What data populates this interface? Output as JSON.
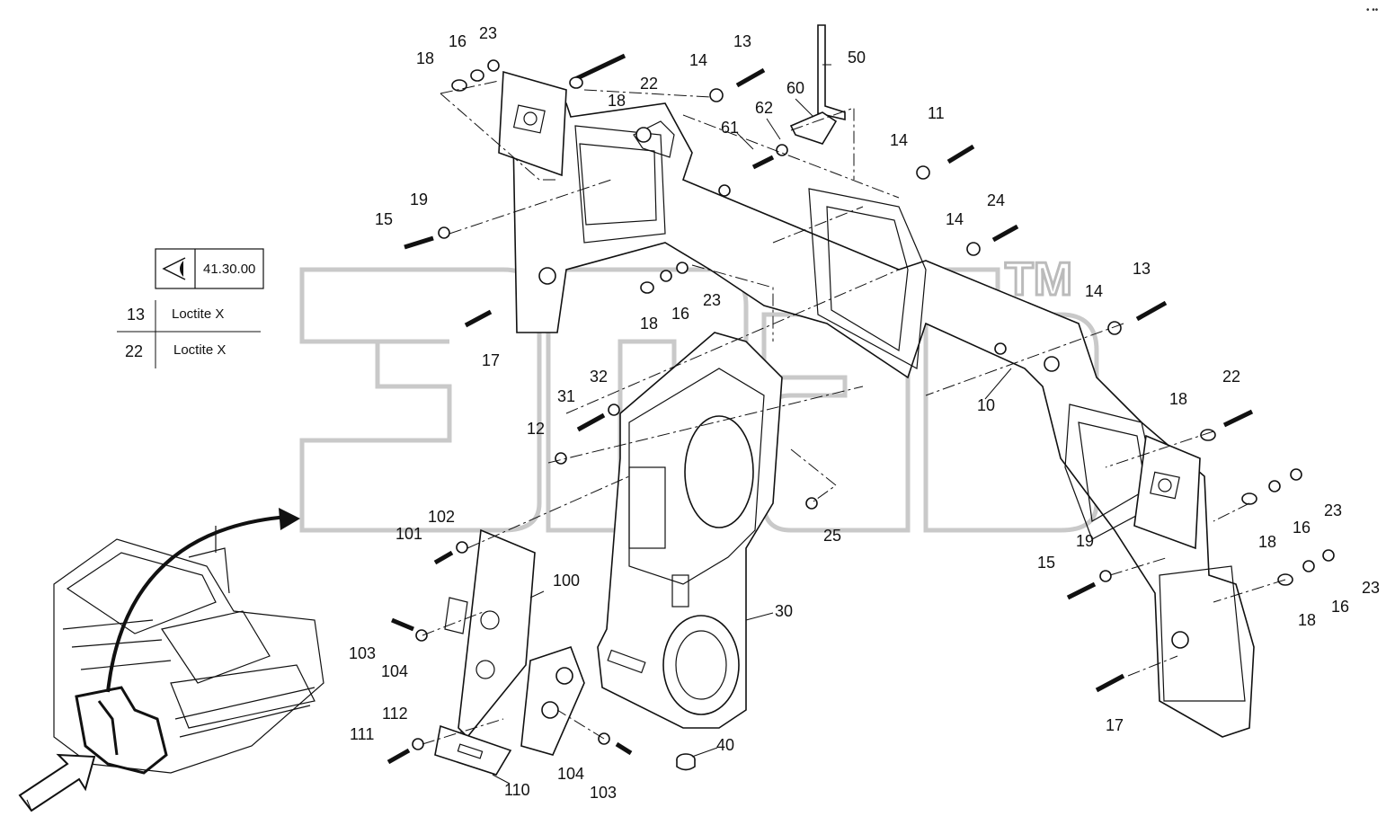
{
  "reference_box": {
    "icon": "view-eye-icon",
    "code": "41.30.00"
  },
  "notes": [
    {
      "part": "13",
      "text": "Loctite X"
    },
    {
      "part": "22",
      "text": "Loctite X"
    }
  ],
  "watermark": {
    "text": "ЭПР",
    "tm": "TM"
  },
  "corner_mark": "• ••",
  "callouts": [
    "10",
    "11",
    "12",
    "13",
    "14",
    "15",
    "16",
    "17",
    "18",
    "19",
    "22",
    "23",
    "24",
    "25",
    "30",
    "31",
    "32",
    "40",
    "50",
    "60",
    "61",
    "62",
    "100",
    "101",
    "102",
    "103",
    "104",
    "110",
    "111",
    "112"
  ]
}
